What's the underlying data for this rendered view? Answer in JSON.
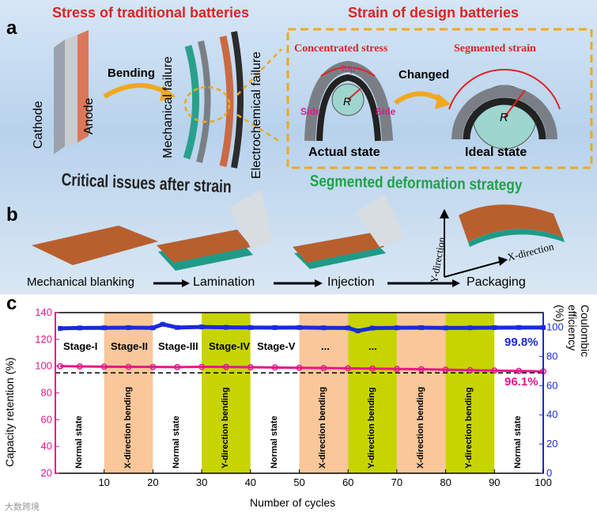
{
  "panel_a": {
    "label": "a",
    "title_left": "Stress of traditional batteries",
    "title_right": "Strain of design batteries",
    "cathode": "Cathode",
    "anode": "Anode",
    "bending": "Bending",
    "mech_failure": "Mechanical failure",
    "electro_failure": "Electrochemical failure",
    "critical": "Critical issues after strain",
    "concentrated": "Concentrated stress",
    "segmented_strain": "Segmented strain",
    "top": "Top",
    "side_left": "Side",
    "side_right": "Side",
    "r_left": "R",
    "r_right": "R",
    "changed": "Changed",
    "actual": "Actual state",
    "ideal": "Ideal state",
    "strategy": "Segmented deformation strategy"
  },
  "panel_b": {
    "label": "b",
    "steps": [
      "Mechanical blanking",
      "Lamination",
      "Injection",
      "Packaging"
    ],
    "y_direction": "Y-direction",
    "x_direction": "X-direction"
  },
  "panel_c": {
    "label": "c",
    "stage_labels": [
      "Stage-I",
      "Stage-II",
      "Stage-III",
      "Stage-IV",
      "Stage-V",
      "...",
      "..."
    ],
    "band_labels": [
      "Normal state",
      "X-direction bending",
      "Normal state",
      "Y-direction bending",
      "Normal state",
      "X-direction bending",
      "Y-direction bending",
      "X-direction bending",
      "Y-direction bending",
      "Normal state"
    ],
    "final_ce": "99.8%",
    "final_cr": "96.1%",
    "watermark": "大数跨境"
  },
  "colors": {
    "title_red": "#e02222",
    "strategy_green": "#22a04a",
    "orange_band": "#f9c79a",
    "yellow_band": "#c8d400",
    "pink_series": "#e8168a",
    "blue_series": "#1a2bd8"
  },
  "chart_data": {
    "type": "line",
    "xlabel": "Number of cycles",
    "ylabel": "Capacity retention (%)",
    "y2label": "Coulombic efficiency (%)",
    "xlim": [
      0,
      100
    ],
    "ylim": [
      20,
      140
    ],
    "y2lim": [
      0,
      110
    ],
    "xticks": [
      10,
      20,
      30,
      40,
      50,
      60,
      70,
      80,
      90,
      100
    ],
    "yticks": [
      20,
      40,
      60,
      80,
      100,
      120,
      140
    ],
    "y2ticks": [
      0,
      20,
      40,
      60,
      80,
      100
    ],
    "reference_line_y": 95,
    "bands": [
      {
        "x0": 0,
        "x1": 10,
        "type": "normal"
      },
      {
        "x0": 10,
        "x1": 20,
        "type": "x-bending"
      },
      {
        "x0": 20,
        "x1": 30,
        "type": "normal"
      },
      {
        "x0": 30,
        "x1": 40,
        "type": "y-bending"
      },
      {
        "x0": 40,
        "x1": 50,
        "type": "normal"
      },
      {
        "x0": 50,
        "x1": 60,
        "type": "x-bending"
      },
      {
        "x0": 60,
        "x1": 70,
        "type": "y-bending"
      },
      {
        "x0": 70,
        "x1": 80,
        "type": "x-bending"
      },
      {
        "x0": 80,
        "x1": 90,
        "type": "y-bending"
      },
      {
        "x0": 90,
        "x1": 100,
        "type": "normal"
      }
    ],
    "series": [
      {
        "axis": "left",
        "x": [
          1,
          5,
          10,
          15,
          20,
          25,
          30,
          35,
          40,
          45,
          50,
          55,
          60,
          65,
          70,
          75,
          80,
          85,
          90,
          95,
          100
        ],
        "values": [
          100,
          99.8,
          99.6,
          99.5,
          99.4,
          99.3,
          99.5,
          99.4,
          99.2,
          99,
          98.8,
          98.6,
          98.4,
          98.2,
          97.9,
          97.7,
          97.4,
          97,
          96.7,
          96.4,
          96.1
        ]
      },
      {
        "axis": "right",
        "x": [
          1,
          5,
          10,
          15,
          20,
          22,
          25,
          30,
          35,
          40,
          45,
          50,
          55,
          60,
          62,
          65,
          70,
          75,
          80,
          85,
          90,
          95,
          100
        ],
        "values": [
          99.2,
          99.5,
          99.6,
          99.7,
          99.6,
          102,
          99.8,
          100.2,
          99.9,
          99.8,
          99.7,
          99.8,
          99.6,
          99.5,
          97.5,
          99.4,
          99.6,
          99.7,
          99.5,
          99.6,
          99.7,
          99.8,
          99.8
        ]
      }
    ]
  }
}
